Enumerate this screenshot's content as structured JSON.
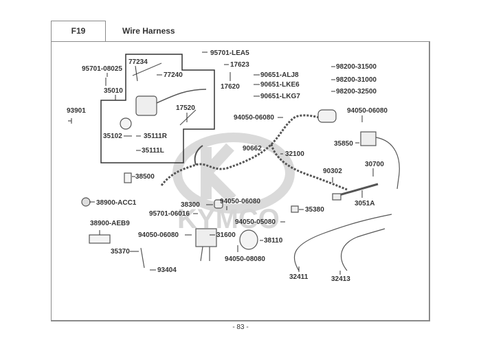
{
  "header": {
    "section_code": "F19",
    "title": "Wire Harness"
  },
  "watermark": "KYMCO",
  "page_number": "- 83 -",
  "parts": [
    {
      "id": "p1",
      "label": "95701-LEA5"
    },
    {
      "id": "p2",
      "label": "17623"
    },
    {
      "id": "p3",
      "label": "17620"
    },
    {
      "id": "p4",
      "label": "90651-ALJ8"
    },
    {
      "id": "p5",
      "label": "90651-LKE6"
    },
    {
      "id": "p6",
      "label": "90651-LKG7"
    },
    {
      "id": "p7",
      "label": "98200-31500"
    },
    {
      "id": "p8",
      "label": "98200-31000"
    },
    {
      "id": "p9",
      "label": "98200-32500"
    },
    {
      "id": "p10",
      "label": "95701-08025"
    },
    {
      "id": "p11",
      "label": "77234"
    },
    {
      "id": "p12",
      "label": "77240"
    },
    {
      "id": "p13",
      "label": "35010"
    },
    {
      "id": "p14",
      "label": "93901"
    },
    {
      "id": "p15",
      "label": "17520"
    },
    {
      "id": "p16",
      "label": "35102"
    },
    {
      "id": "p17",
      "label": "35111R"
    },
    {
      "id": "p18",
      "label": "35111L"
    },
    {
      "id": "p19",
      "label": "94050-06080"
    },
    {
      "id": "p20",
      "label": "94050-06080"
    },
    {
      "id": "p21",
      "label": "35850"
    },
    {
      "id": "p22",
      "label": "90662"
    },
    {
      "id": "p23",
      "label": "32100"
    },
    {
      "id": "p24",
      "label": "90302"
    },
    {
      "id": "p25",
      "label": "30700"
    },
    {
      "id": "p26",
      "label": "3051A"
    },
    {
      "id": "p27",
      "label": "38500"
    },
    {
      "id": "p28",
      "label": "38900-ACC1"
    },
    {
      "id": "p29",
      "label": "38300"
    },
    {
      "id": "p30",
      "label": "94050-06080"
    },
    {
      "id": "p31",
      "label": "95701-06016"
    },
    {
      "id": "p32",
      "label": "35380"
    },
    {
      "id": "p33",
      "label": "94050-05080"
    },
    {
      "id": "p34",
      "label": "38900-AEB9"
    },
    {
      "id": "p35",
      "label": "94050-06080"
    },
    {
      "id": "p36",
      "label": "31600"
    },
    {
      "id": "p37",
      "label": "38110"
    },
    {
      "id": "p38",
      "label": "35370"
    },
    {
      "id": "p39",
      "label": "94050-08080"
    },
    {
      "id": "p40",
      "label": "93404"
    },
    {
      "id": "p41",
      "label": "32411"
    },
    {
      "id": "p42",
      "label": "32413"
    }
  ]
}
